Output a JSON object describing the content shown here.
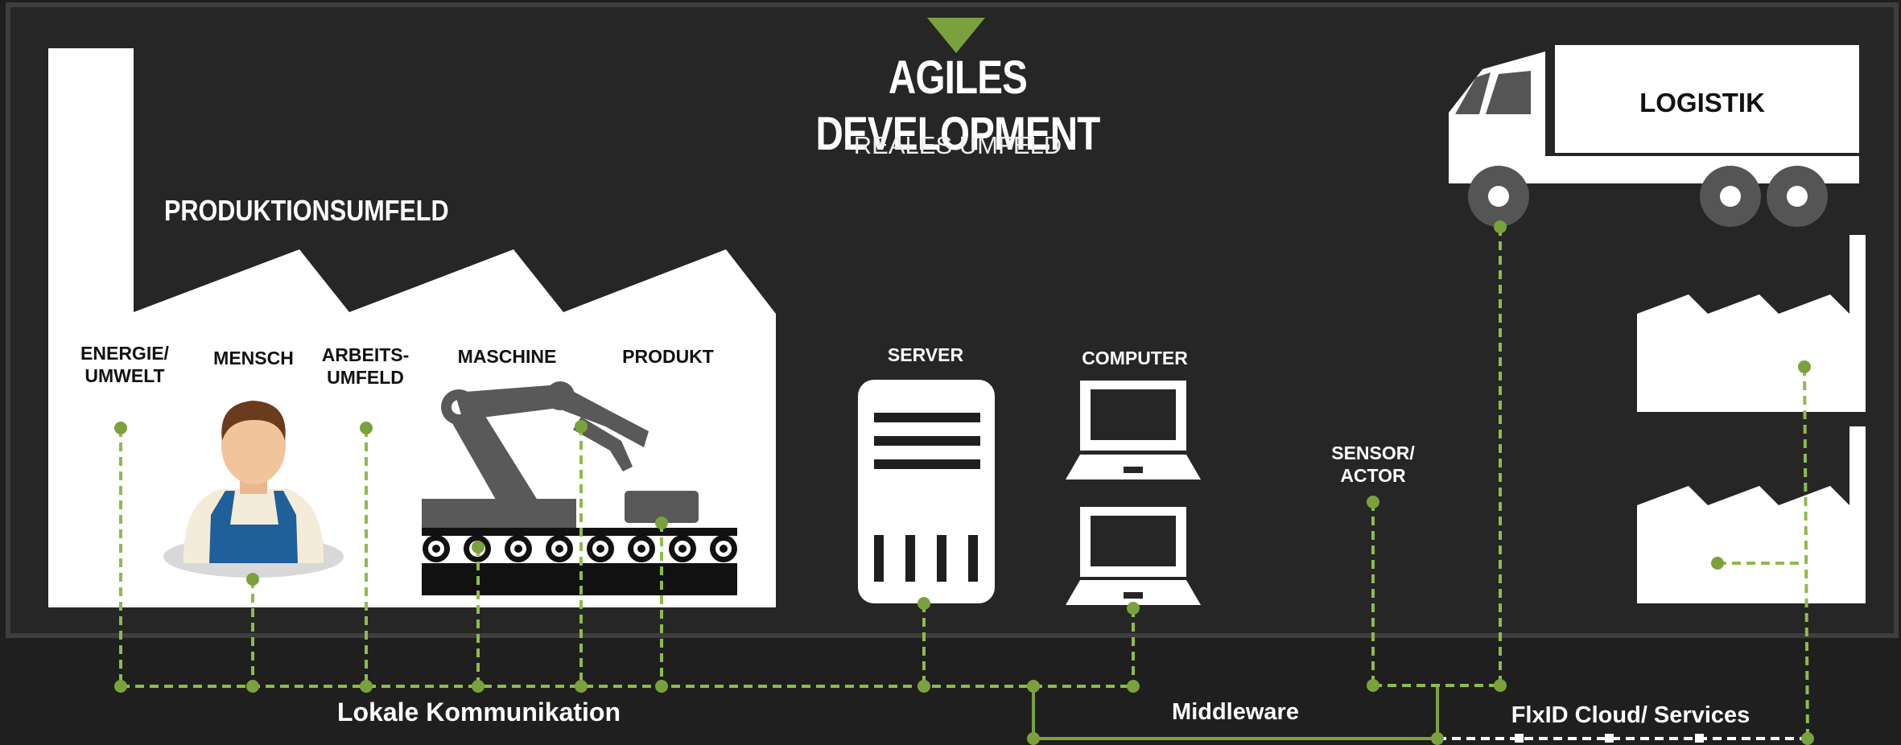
{
  "header": {
    "title": "AGILES DEVELOPMENT",
    "subtitle": "REALES UMFELD"
  },
  "production": {
    "title": "PRODUKTIONSUMFELD",
    "items": [
      {
        "id": "energie",
        "label": "ENERGIE/\nUMWELT"
      },
      {
        "id": "mensch",
        "label": "MENSCH"
      },
      {
        "id": "arbeitsumfeld",
        "label": "ARBEITS-\nUMFELD"
      },
      {
        "id": "maschine",
        "label": "MASCHINE"
      },
      {
        "id": "produkt",
        "label": "PRODUKT"
      }
    ]
  },
  "it": {
    "server": "SERVER",
    "computer": "COMPUTER",
    "sensor": "SENSOR/\nACTOR"
  },
  "logistics": {
    "label": "LOGISTIK"
  },
  "bottom": {
    "local": "Lokale Kommunikation",
    "middleware": "Middleware",
    "cloud": "FlxID Cloud/ Services"
  },
  "colors": {
    "accent": "#7aa23c",
    "line": "#8dbb4c",
    "background": "#262626",
    "frame": "#3a3a3a",
    "shape": "#ffffff",
    "machine": "#595959"
  }
}
